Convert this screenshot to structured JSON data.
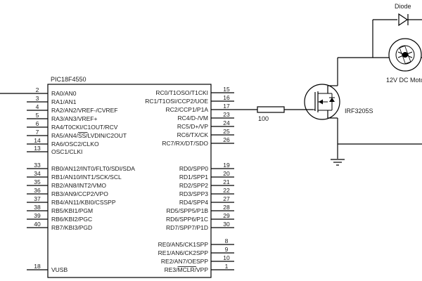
{
  "mcu": {
    "part": "PIC18F4550",
    "left_pins": [
      {
        "num": "2",
        "name": "RA0/AN0"
      },
      {
        "num": "3",
        "name": "RA1/AN1"
      },
      {
        "num": "4",
        "name": "RA2/AN2/VREF-/CVREF"
      },
      {
        "num": "5",
        "name": "RA3/AN3/VREF+"
      },
      {
        "num": "6",
        "name": "RA4/T0CKI/C1OUT/RCV"
      },
      {
        "num": "7",
        "name": "RA5/AN4/SS/LVDIN/C2OUT"
      },
      {
        "num": "14",
        "name": "RA6/OSC2/CLKO"
      },
      {
        "num": "13",
        "name": "OSC1/CLKI"
      },
      {
        "num": "33",
        "name": "RB0/AN12/INT0/FLT0/SDI/SDA"
      },
      {
        "num": "34",
        "name": "RB1/AN10/INT1/SCK/SCL"
      },
      {
        "num": "35",
        "name": "RB2/AN8/INT2/VMO"
      },
      {
        "num": "36",
        "name": "RB3/AN9/CCP2/VPO"
      },
      {
        "num": "37",
        "name": "RB4/AN11/KBI0/CSSPP"
      },
      {
        "num": "38",
        "name": "RB5/KBI1/PGM"
      },
      {
        "num": "39",
        "name": "RB6/KBI2/PGC"
      },
      {
        "num": "40",
        "name": "RB7/KBI3/PGD"
      },
      {
        "num": "18",
        "name": "VUSB"
      }
    ],
    "right_pins": [
      {
        "num": "15",
        "name": "RC0/T1OSO/T1CKI"
      },
      {
        "num": "16",
        "name": "RC1/T1OSI/CCP2/UOE"
      },
      {
        "num": "17",
        "name": "RC2/CCP1/P1A"
      },
      {
        "num": "23",
        "name": "RC4/D-/VM"
      },
      {
        "num": "24",
        "name": "RC5/D+/VP"
      },
      {
        "num": "25",
        "name": "RC6/TX/CK"
      },
      {
        "num": "26",
        "name": "RC7/RX/DT/SDO"
      },
      {
        "num": "19",
        "name": "RD0/SPP0"
      },
      {
        "num": "20",
        "name": "RD1/SPP1"
      },
      {
        "num": "21",
        "name": "RD2/SPP2"
      },
      {
        "num": "22",
        "name": "RD3/SPP3"
      },
      {
        "num": "27",
        "name": "RD4/SPP4"
      },
      {
        "num": "28",
        "name": "RD5/SPP5/P1B"
      },
      {
        "num": "29",
        "name": "RD6/SPP6/P1C"
      },
      {
        "num": "30",
        "name": "RD7/SPP7/P1D"
      },
      {
        "num": "8",
        "name": "RE0/AN5/CK1SPP"
      },
      {
        "num": "9",
        "name": "RE1/AN6/CK2SPP"
      },
      {
        "num": "10",
        "name": "RE2/AN7/OESPP"
      },
      {
        "num": "1",
        "name": "RE3/MCLR/VPP"
      }
    ]
  },
  "resistor": {
    "value": "100"
  },
  "mosfet": {
    "part": "IRF3205S"
  },
  "diode": {
    "label": "Diode"
  },
  "motor": {
    "label": "12V DC Motor"
  }
}
